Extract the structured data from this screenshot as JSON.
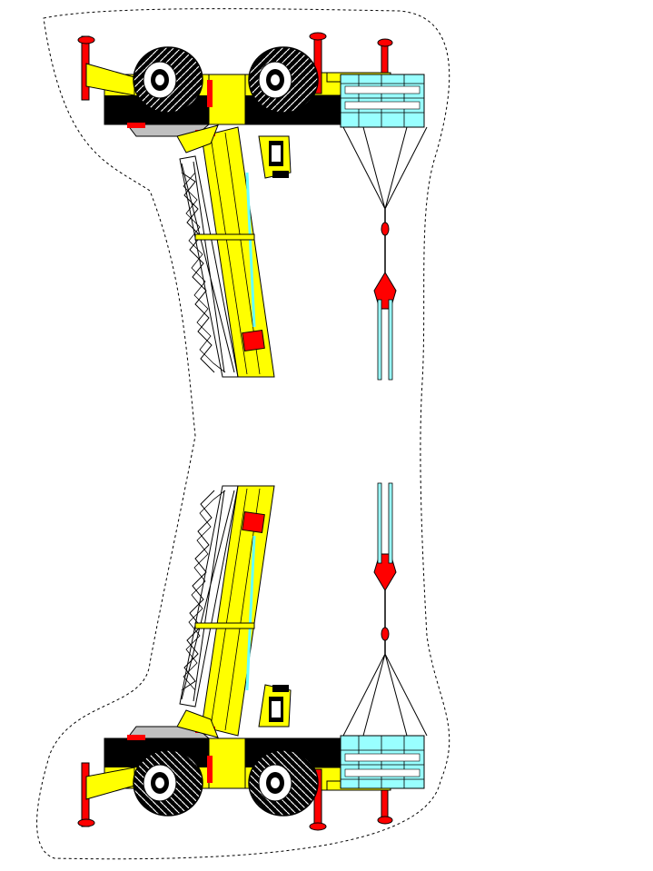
{
  "colors": {
    "yellow": "#ffff00",
    "red": "#ff0000",
    "black": "#000000",
    "white": "#ffffff",
    "cyan": "#99ffff",
    "gray": "#c0c0c0",
    "cutline": "#000000"
  },
  "figure": {
    "copies": 2,
    "mirrored": "vertical"
  },
  "icons": [
    "crane-truck",
    "tire",
    "outrigger-jack",
    "lattice-boom",
    "hook-block",
    "lifting-cage",
    "cab"
  ]
}
